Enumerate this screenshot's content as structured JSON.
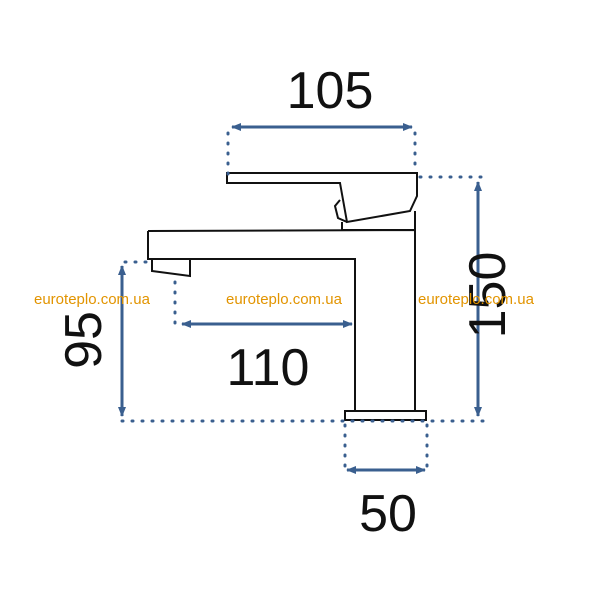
{
  "dimensions": {
    "width_top": "105",
    "height_total": "150",
    "spout_height": "95",
    "spout_reach": "110",
    "base_width": "50"
  },
  "watermarks": [
    "euroteplo.com.ua",
    "euroteplo.com.ua",
    "euroteplo.com.ua"
  ],
  "colors": {
    "dimension_blue": "#3a5f8f",
    "outline": "#111111",
    "watermark": "#e29400"
  }
}
